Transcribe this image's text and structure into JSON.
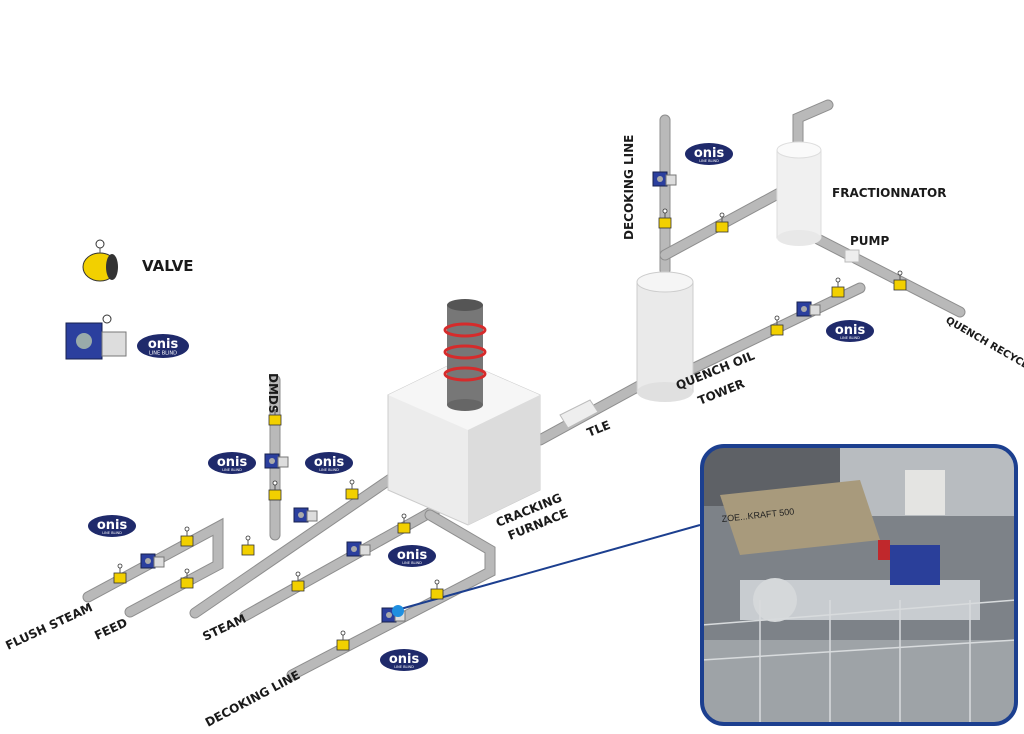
{
  "legend": {
    "valve_label": "VALVE",
    "onis_logo": "onis",
    "onis_sub": "LINE BLIND"
  },
  "labels": {
    "dmds": "DMDS",
    "decoking_line_top": "DECOKING LINE",
    "fractionnator": "FRACTIONNATOR",
    "pump": "PUMP",
    "quench_recycling": "QUENCH RECYCLING",
    "quench_oil_tower_1": "QUENCH OIL",
    "quench_oil_tower_2": "TOWER",
    "tle": "TLE",
    "cracking_furnace_1": "CRACKING",
    "cracking_furnace_2": "FURNACE",
    "flush_steam": "FLUSH STEAM",
    "feed": "FEED",
    "steam": "STEAM",
    "decoking_line_bottom": "DECOKING LINE"
  },
  "photo": {
    "sign_text": "ZOE...KRAFT 500"
  },
  "colors": {
    "pipe": "#b9b9b9",
    "valve_yellow": "#f2d000",
    "onis_navy": "#1f2a6b",
    "line_blind_blue": "#2b3f9e",
    "photo_border": "#1c3f8f"
  }
}
